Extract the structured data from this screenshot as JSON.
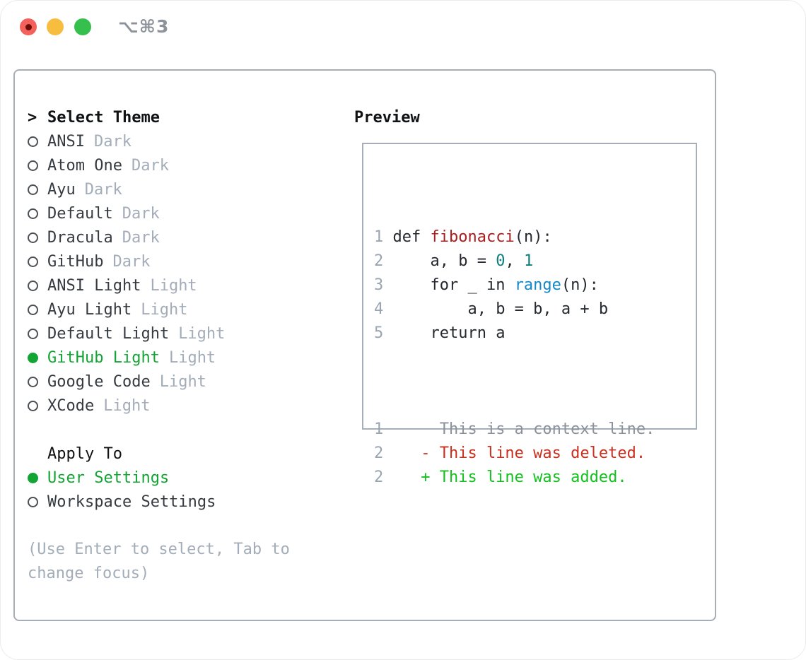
{
  "titlebar": {
    "shortcut": "⌥⌘3"
  },
  "colors": {
    "selection_green": "#12a534",
    "added_green": "#14c11e",
    "deleted_red": "#cb2f1d",
    "function_red": "#a6201f",
    "builtin_blue": "#1489c8",
    "number_teal": "#0d7e80",
    "code_text": "#24292f",
    "item_text": "#363b41",
    "header_text": "#101214",
    "muted_text": "#a3adb9",
    "line_number": "#9aa5b2",
    "context_gray": "#8b929b",
    "panel_border": "#a6aeb8",
    "radio_ring": "#4b5057",
    "titlebar_text": "#8d939a",
    "traffic_red": "#f4615c",
    "traffic_red_dot": "#6b0d05",
    "traffic_yellow": "#f7bd3f",
    "traffic_green": "#35c04d"
  },
  "theme_list": {
    "header": "Select Theme",
    "cursor": ">",
    "items": [
      {
        "name": "ANSI",
        "variant": "Dark",
        "selected": false
      },
      {
        "name": "Atom One",
        "variant": "Dark",
        "selected": false
      },
      {
        "name": "Ayu",
        "variant": "Dark",
        "selected": false
      },
      {
        "name": "Default",
        "variant": "Dark",
        "selected": false
      },
      {
        "name": "Dracula",
        "variant": "Dark",
        "selected": false
      },
      {
        "name": "GitHub",
        "variant": "Dark",
        "selected": false
      },
      {
        "name": "ANSI Light",
        "variant": "Light",
        "selected": false
      },
      {
        "name": "Ayu Light",
        "variant": "Light",
        "selected": false
      },
      {
        "name": "Default Light",
        "variant": "Light",
        "selected": false
      },
      {
        "name": "GitHub Light",
        "variant": "Light",
        "selected": true
      },
      {
        "name": "Google Code",
        "variant": "Light",
        "selected": false
      },
      {
        "name": "XCode",
        "variant": "Light",
        "selected": false
      }
    ]
  },
  "apply_to": {
    "header": "Apply To",
    "options": [
      {
        "label": "User Settings",
        "selected": true
      },
      {
        "label": "Workspace Settings",
        "selected": false
      }
    ]
  },
  "help_text": "(Use Enter to select, Tab to\nchange focus)",
  "preview": {
    "header": "Preview",
    "code_lines": [
      [
        {
          "t": "1",
          "c": "ln"
        },
        {
          "t": " def ",
          "c": "code"
        },
        {
          "t": "fibonacci",
          "c": "fn"
        },
        {
          "t": "(n):",
          "c": "code"
        }
      ],
      [
        {
          "t": "2",
          "c": "ln"
        },
        {
          "t": "     a, b = ",
          "c": "code"
        },
        {
          "t": "0",
          "c": "num"
        },
        {
          "t": ", ",
          "c": "code"
        },
        {
          "t": "1",
          "c": "num"
        }
      ],
      [
        {
          "t": "3",
          "c": "ln"
        },
        {
          "t": "     for _ in ",
          "c": "code"
        },
        {
          "t": "range",
          "c": "bi"
        },
        {
          "t": "(n):",
          "c": "code"
        }
      ],
      [
        {
          "t": "4",
          "c": "ln"
        },
        {
          "t": "         a, b = b, a + b",
          "c": "code"
        }
      ],
      [
        {
          "t": "5",
          "c": "ln"
        },
        {
          "t": "     return a",
          "c": "code"
        }
      ]
    ],
    "diff_lines": [
      [
        {
          "t": "1",
          "c": "ln"
        },
        {
          "t": "      This is a context line.",
          "c": "ctx"
        }
      ],
      [
        {
          "t": "2",
          "c": "ln"
        },
        {
          "t": "    - This line was deleted.",
          "c": "del"
        }
      ],
      [
        {
          "t": "2",
          "c": "ln"
        },
        {
          "t": "    + This line was added.",
          "c": "add"
        }
      ]
    ]
  }
}
